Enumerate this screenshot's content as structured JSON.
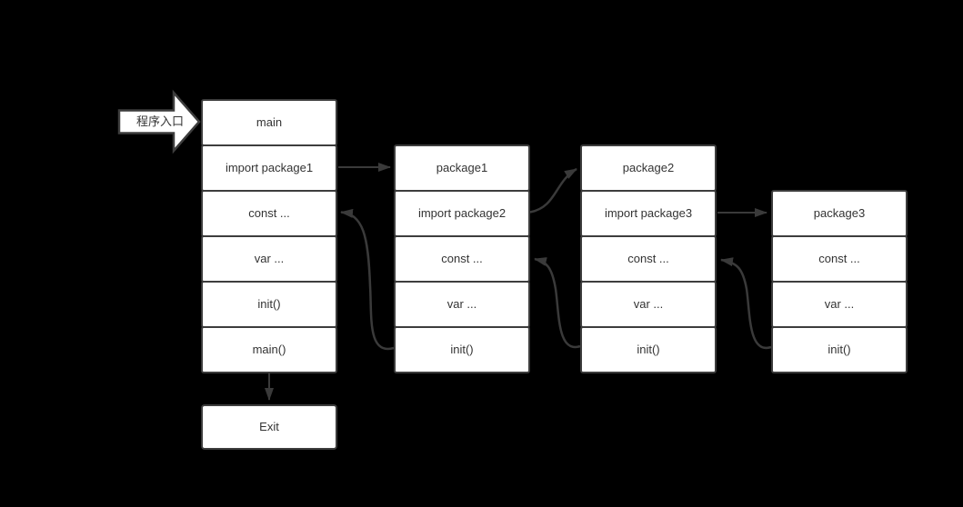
{
  "diagram": {
    "entry_label": "程序入口",
    "exit_label": "Exit",
    "columns": [
      {
        "name": "main",
        "items": [
          "main",
          "import package1",
          "const ...",
          "var ...",
          "init()",
          "main()"
        ]
      },
      {
        "name": "package1",
        "items": [
          "package1",
          "import package2",
          "const ...",
          "var ...",
          "init()"
        ]
      },
      {
        "name": "package2",
        "items": [
          "package2",
          "import package3",
          "const ...",
          "var ...",
          "init()"
        ]
      },
      {
        "name": "package3",
        "items": [
          "package3",
          "const ...",
          "var ...",
          "init()"
        ]
      }
    ],
    "connections": [
      {
        "from": "程序入口",
        "to": "main",
        "style": "block-arrow"
      },
      {
        "from": "main / import package1",
        "to": "package1",
        "style": "straight"
      },
      {
        "from": "package1 / import package2",
        "to": "package2",
        "style": "curve"
      },
      {
        "from": "package2 / import package3",
        "to": "package3",
        "style": "straight"
      },
      {
        "from": "package1 / init()",
        "to": "main / const ...",
        "style": "curve"
      },
      {
        "from": "package2 / init()",
        "to": "package1 / const ...",
        "style": "curve"
      },
      {
        "from": "package3 / init()",
        "to": "package2 / const ...",
        "style": "curve"
      },
      {
        "from": "main / main()",
        "to": "Exit",
        "style": "straight-down"
      }
    ],
    "colors": {
      "background": "#000000",
      "box_fill": "#ffffff",
      "box_border": "#3d3d3d",
      "text": "#333333",
      "arrow": "#3a3a3a"
    }
  }
}
